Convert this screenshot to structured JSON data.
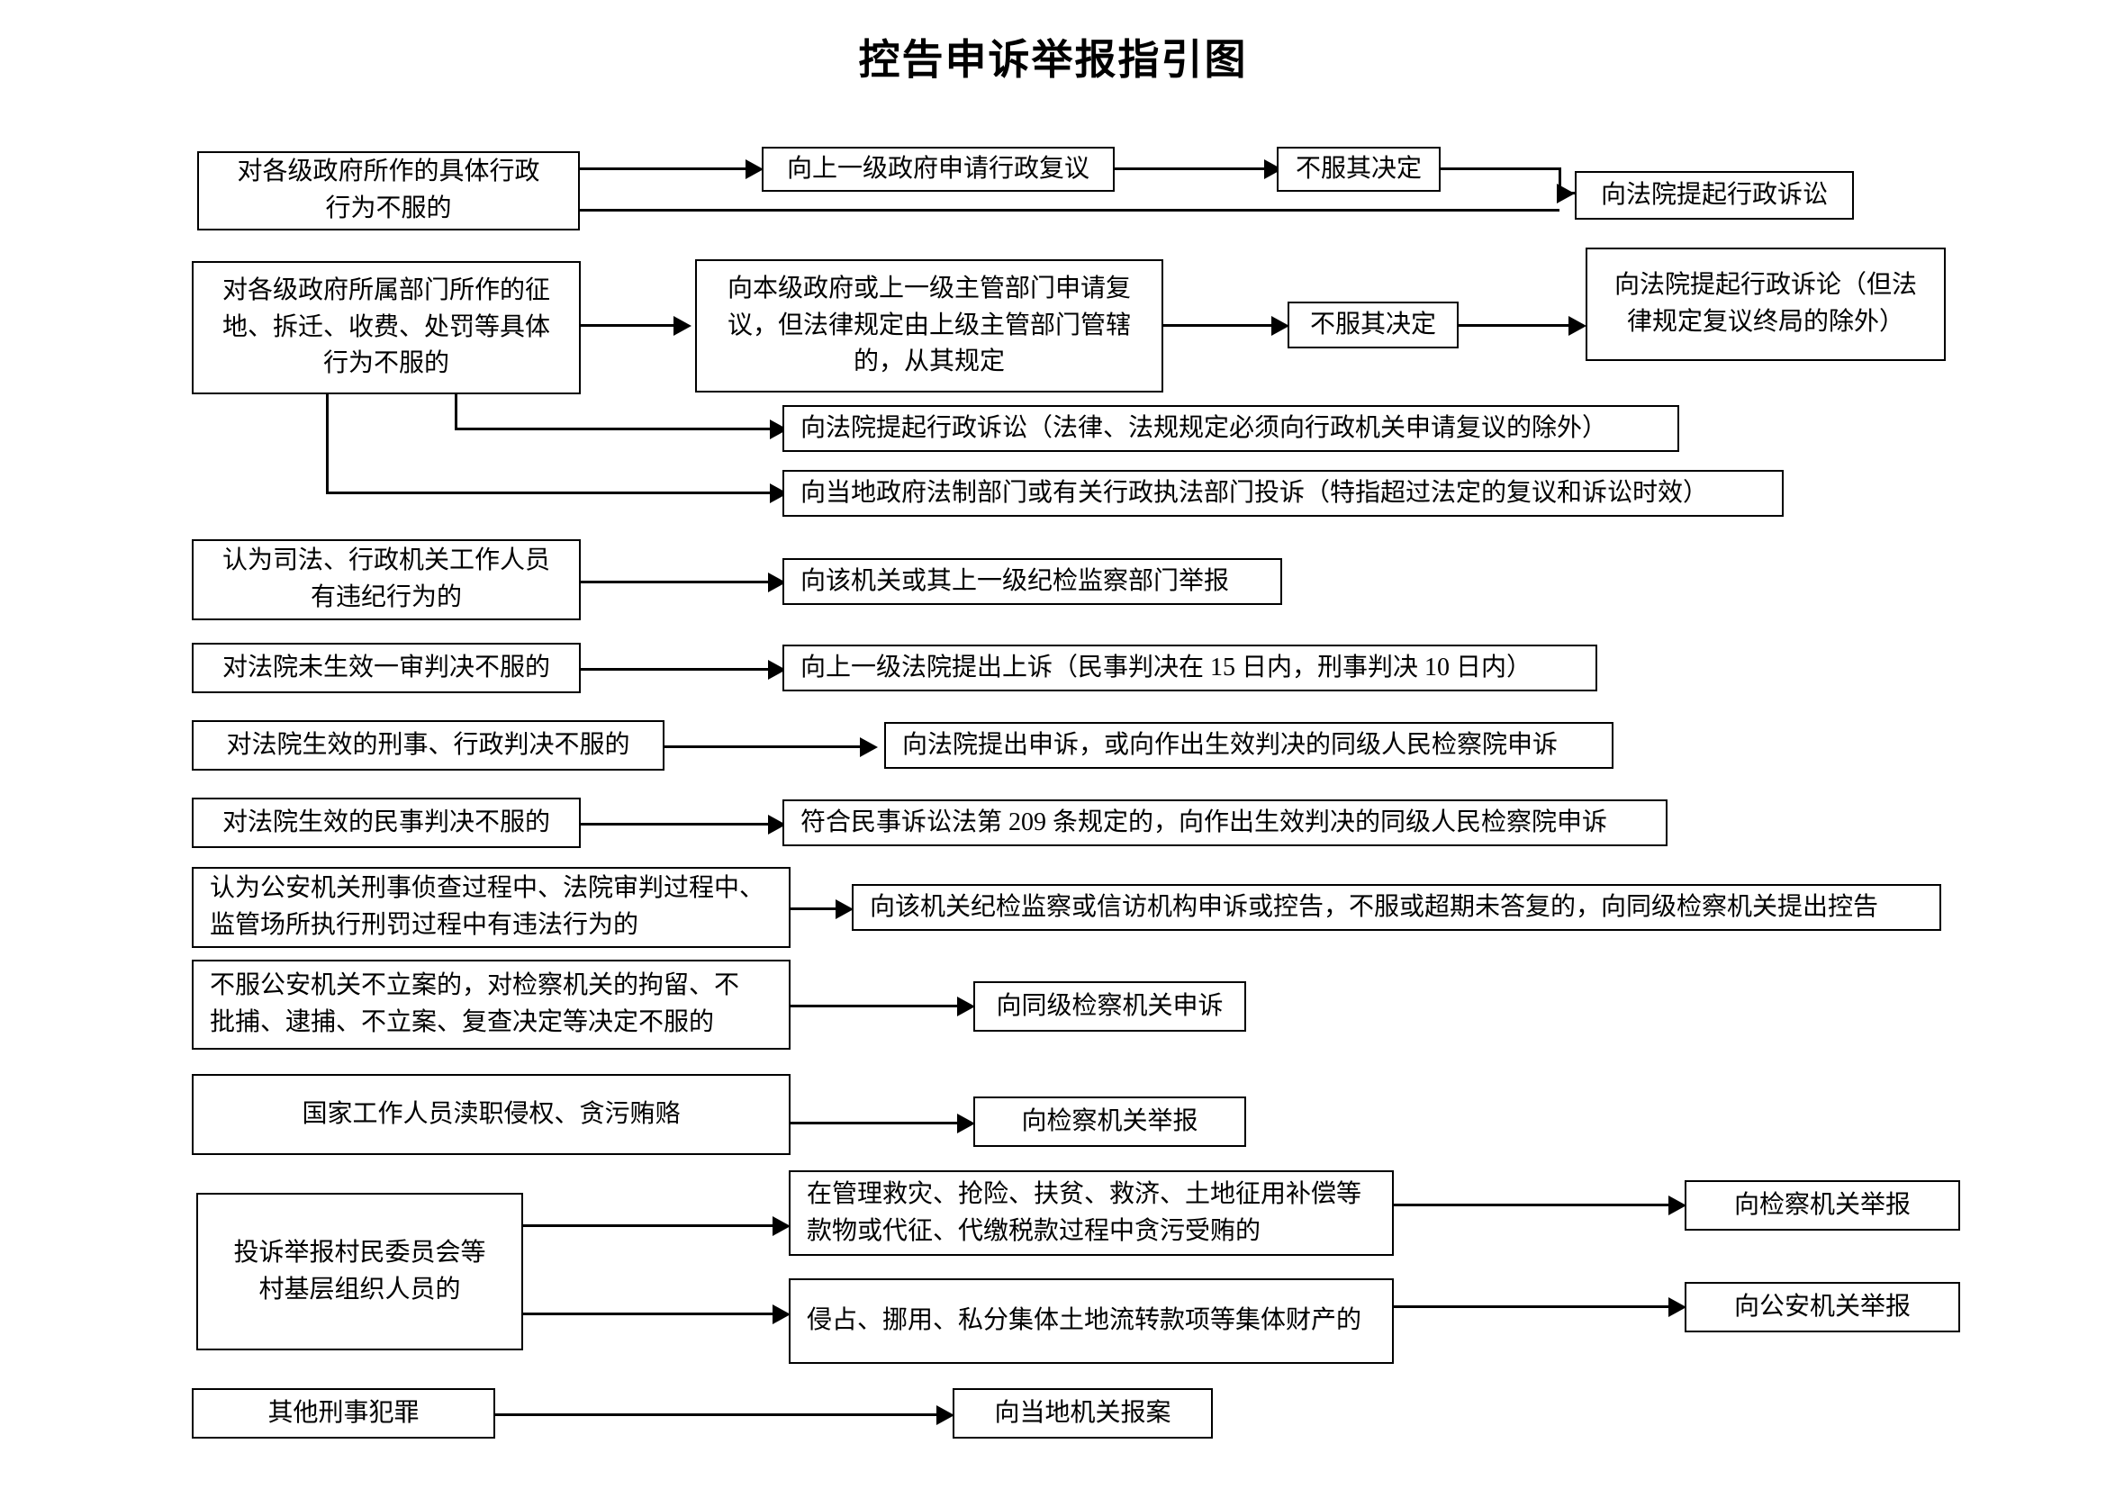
{
  "title": "控告申诉举报指引图",
  "nodes": {
    "n1_src": "对各级政府所作的具体行政\n行为不服的",
    "n1_a": "向上一级政府申请行政复议",
    "n1_b": "不服其决定",
    "n1_c": "向法院提起行政诉讼",
    "n2_src": "对各级政府所属部门所作的征\n地、拆迁、收费、处罚等具体\n行为不服的",
    "n2_a": "向本级政府或上一级主管部门申请复\n议，但法律规定由上级主管部门管辖\n的，从其规定",
    "n2_b": "不服其决定",
    "n2_c": "向法院提起行政诉论（但法\n律规定复议终局的除外）",
    "n3_dst": "向法院提起行政诉讼（法律、法规规定必须向行政机关申请复议的除外）",
    "n4_dst": "向当地政府法制部门或有关行政执法部门投诉（特指超过法定的复议和诉讼时效）",
    "n5_src": "认为司法、行政机关工作人员\n有违纪行为的",
    "n5_dst": "向该机关或其上一级纪检监察部门举报",
    "n6_src": "对法院未生效一审判决不服的",
    "n6_dst": "向上一级法院提出上诉（民事判决在 15 日内，刑事判决 10 日内）",
    "n7_src": "对法院生效的刑事、行政判决不服的",
    "n7_dst": "向法院提出申诉，或向作出生效判决的同级人民检察院申诉",
    "n8_src": "对法院生效的民事判决不服的",
    "n8_dst": "符合民事诉讼法第 209 条规定的，向作出生效判决的同级人民检察院申诉",
    "n9_src": "认为公安机关刑事侦查过程中、法院审判过程中、\n监管场所执行刑罚过程中有违法行为的",
    "n9_dst": "向该机关纪检监察或信访机构申诉或控告，不服或超期未答复的，向同级检察机关提出控告",
    "n10_src": "不服公安机关不立案的，对检察机关的拘留、不\n批捕、逮捕、不立案、复查决定等决定不服的",
    "n10_dst": "向同级检察机关申诉",
    "n11_src": "国家工作人员渎职侵权、贪污贿赂",
    "n11_dst": "向检察机关举报",
    "n12_src": "投诉举报村民委员会等\n村基层组织人员的",
    "n12_a": "在管理救灾、抢险、扶贫、救济、土地征用补偿等\n款物或代征、代缴税款过程中贪污受贿的",
    "n12_a_dst": "向检察机关举报",
    "n12_b": "侵占、挪用、私分集体土地流转款项等集体财产的",
    "n12_b_dst": "向公安机关举报",
    "n13_src": "其他刑事犯罪",
    "n13_dst": "向当地机关报案"
  },
  "colors": {
    "ink": "#000000",
    "paper": "#ffffff"
  }
}
